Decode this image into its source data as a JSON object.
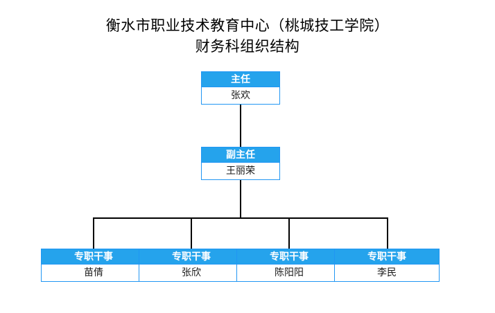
{
  "title": {
    "line1": "衡水市职业技术教育中心（桃城技工学院）",
    "line2": "财务科组织结构"
  },
  "colors": {
    "header_bg": "#25a3ec",
    "border": "#2196f3",
    "line": "#000000",
    "text": "#000000",
    "header_text": "#ffffff",
    "background": "#ffffff"
  },
  "chart_data": {
    "type": "diagram",
    "subtype": "org-chart",
    "nodes": [
      {
        "id": "director",
        "role": "主任",
        "name": "张欢",
        "level": 1
      },
      {
        "id": "deputy",
        "role": "副主任",
        "name": "王丽荣",
        "level": 2
      },
      {
        "id": "staff-0",
        "role": "专职干事",
        "name": "苗倩",
        "level": 3
      },
      {
        "id": "staff-1",
        "role": "专职干事",
        "name": "张欣",
        "level": 3
      },
      {
        "id": "staff-2",
        "role": "专职干事",
        "name": "陈阳阳",
        "level": 3
      },
      {
        "id": "staff-3",
        "role": "专职干事",
        "name": "李民",
        "level": 3
      }
    ],
    "edges": [
      {
        "from": "director",
        "to": "deputy"
      },
      {
        "from": "deputy",
        "to": "staff-0"
      },
      {
        "from": "deputy",
        "to": "staff-1"
      },
      {
        "from": "deputy",
        "to": "staff-2"
      },
      {
        "from": "deputy",
        "to": "staff-3"
      }
    ]
  }
}
